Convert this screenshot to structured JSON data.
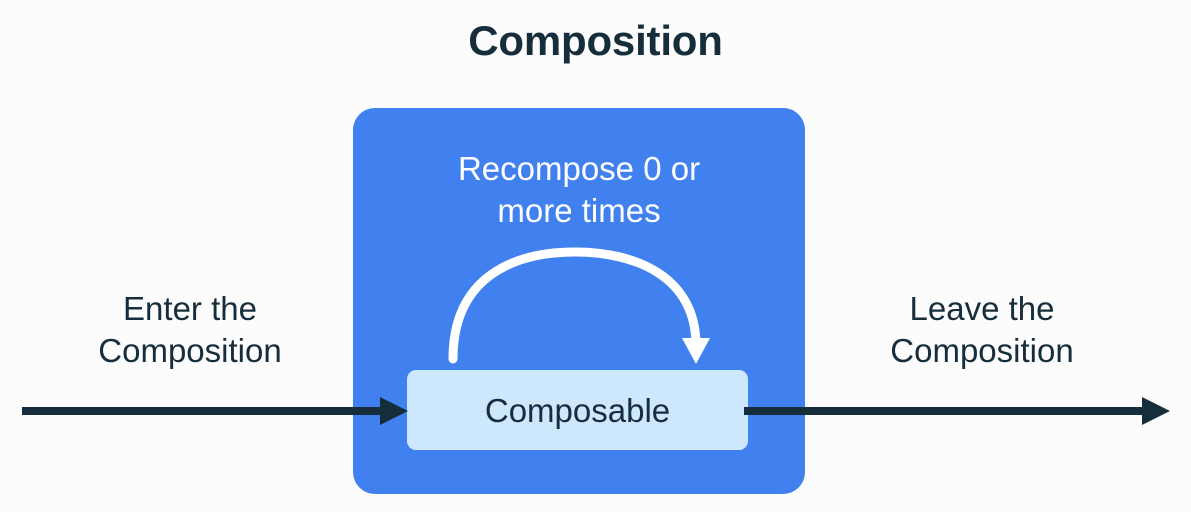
{
  "diagram": {
    "title": "Composition",
    "background_color": "#fcfcfc",
    "title_color": "#162d3c"
  },
  "composition_panel": {
    "name": "Composition",
    "fill_color": "#4180ef",
    "recompose_label": "Recompose 0 or\nmore times",
    "recompose_label_color": "#ffffff",
    "recompose_arrow": {
      "icon": "curved-loop-arrow-icon",
      "color": "#ffffff",
      "direction": "clockwise-loop-back-to-composable"
    }
  },
  "composable_box": {
    "label": "Composable",
    "fill_color": "#cde8fc",
    "text_color": "#162d3c"
  },
  "flow": {
    "enter_label": "Enter the\nComposition",
    "leave_label": "Leave the\nComposition",
    "label_color": "#162d3c",
    "arrow_color": "#162d3c",
    "enter_arrow_icon": "arrow-right-icon",
    "leave_arrow_icon": "arrow-right-icon"
  }
}
